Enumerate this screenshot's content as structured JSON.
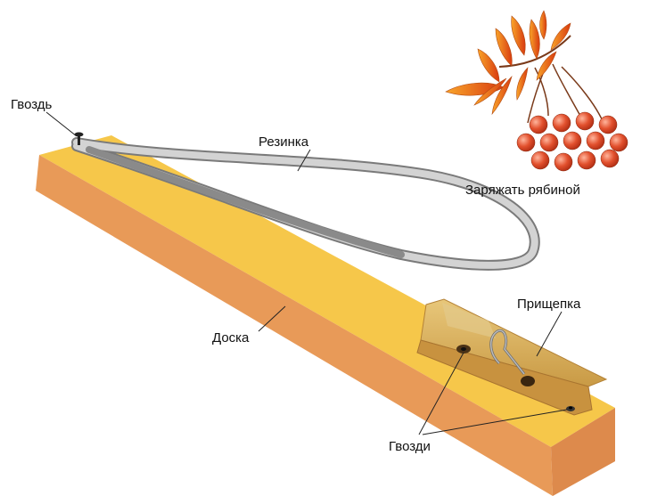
{
  "labels": {
    "nail": "Гвоздь",
    "rubber_band": "Резинка",
    "load_rowan": "Заряжать рябиной",
    "clothespin": "Прищепка",
    "board": "Доска",
    "nails": "Гвозди"
  },
  "colors": {
    "board_top": "#f6c74a",
    "board_side": "#e89a58",
    "board_end": "#dd8a4c",
    "rubber_light": "#d0d0d0",
    "rubber_dark": "#8e8e8e",
    "wood": "#d9b15c",
    "berry": "#e2502d",
    "leaf": "#ee7a20"
  },
  "icons": [
    "rowan-berries-icon",
    "nail-icon",
    "clothespin-icon",
    "rubber-band-icon"
  ]
}
